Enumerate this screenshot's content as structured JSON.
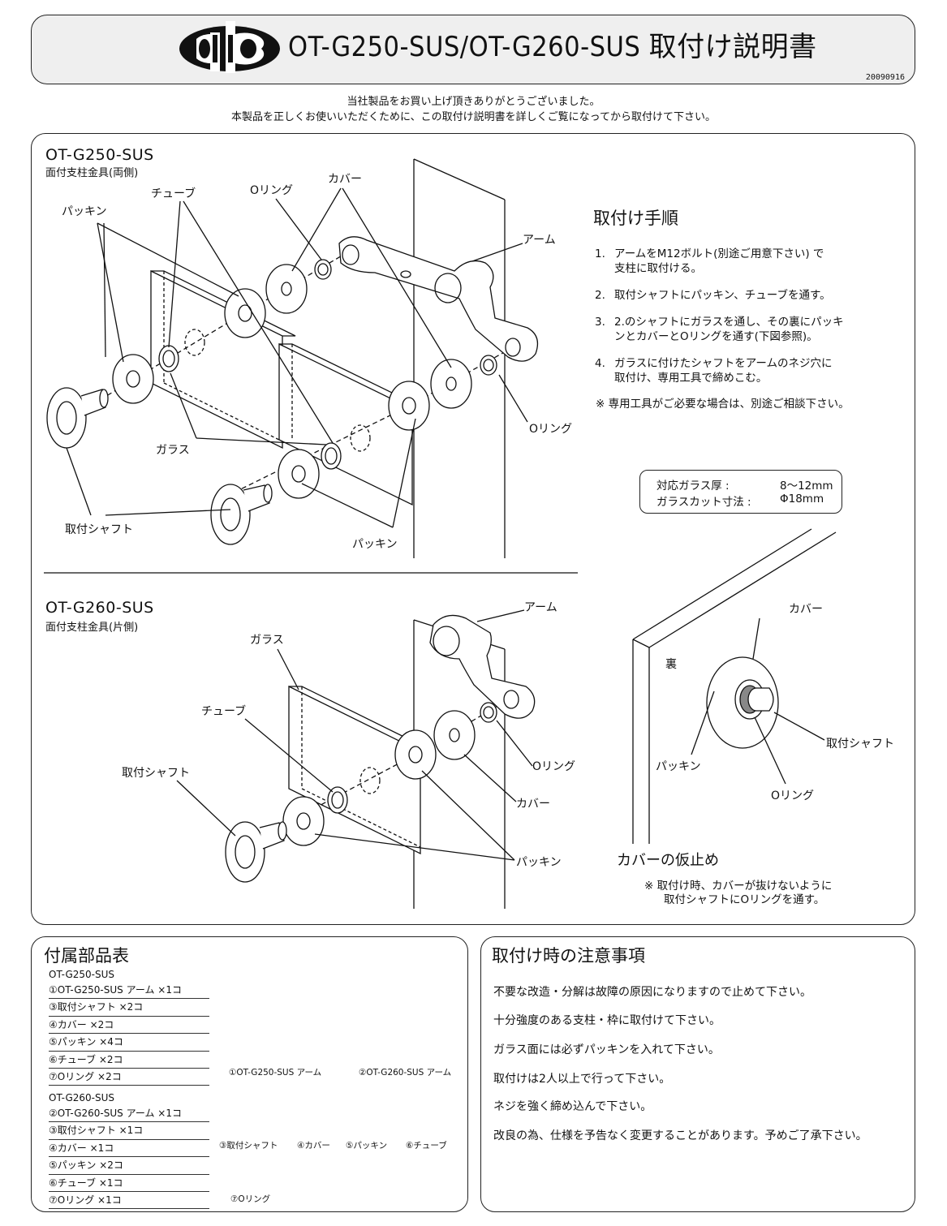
{
  "header": {
    "title": "OT-G250-SUS/OT-G260-SUS 取付け説明書",
    "date": "20090916"
  },
  "intro": [
    "当社製品をお買い上げ頂きありがとうございました。",
    "本製品を正しくお使いいただくために、この取付け説明書を詳しくご覧になってから取付けて下さい。"
  ],
  "g250": {
    "model": "OT-G250-SUS",
    "subtitle": "面付支柱金具(両側)",
    "labels": {
      "packing_top": "パッキン",
      "tube": "チューブ",
      "oring_top": "Oリング",
      "cover": "カバー",
      "arm": "アーム",
      "glass": "ガラス",
      "oring_right": "Oリング",
      "shaft": "取付シャフト",
      "packing_bottom": "パッキン"
    }
  },
  "procedure": {
    "title": "取付け手順",
    "steps": [
      {
        "num": "1.",
        "text": "アームをM12ボルト(別途ご用意下さい) で\n支柱に取付ける。"
      },
      {
        "num": "2.",
        "text": "取付シャフトにパッキン、チューブを通す。"
      },
      {
        "num": "3.",
        "text": "2.のシャフトにガラスを通し、その裏にパッキ\nンとカバーとOリングを通す(下図参照)。"
      },
      {
        "num": "4.",
        "text": "ガラスに付けたシャフトをアームのネジ穴に\n取付け、専用工具で締めこむ。"
      }
    ],
    "note": "※ 専用工具がご必要な場合は、別途ご相談下さい。"
  },
  "spec": {
    "thickness_label": "対応ガラス厚 :",
    "thickness_value": "8～12mm",
    "cut_label": "ガラスカット寸法 :",
    "cut_value": "Φ18mm"
  },
  "g260": {
    "model": "OT-G260-SUS",
    "subtitle": "面付支柱金具(片側)",
    "labels": {
      "arm": "アーム",
      "glass": "ガラス",
      "tube": "チューブ",
      "shaft": "取付シャフト",
      "oring": "Oリング",
      "cover": "カバー",
      "packing": "パッキン"
    }
  },
  "temp": {
    "back": "裏",
    "cover": "カバー",
    "shaft": "取付シャフト",
    "packing": "パッキン",
    "oring": "Oリング",
    "title": "カバーの仮止め",
    "note_line1": "※ 取付け時、カバーが抜けないように",
    "note_line2": "取付シャフトにOリングを通す。"
  },
  "parts": {
    "title": "付属部品表",
    "g250_header": "OT-G250-SUS",
    "g250_items": [
      "①OT-G250-SUS アーム ×1コ",
      "③取付シャフト ×2コ",
      "④カバー ×2コ",
      "⑤パッキン ×4コ",
      "⑥チューブ ×2コ",
      "⑦Oリング ×2コ"
    ],
    "g260_header": "OT-G260-SUS",
    "g260_items": [
      "②OT-G260-SUS アーム ×1コ",
      "③取付シャフト ×1コ",
      "④カバー ×1コ",
      "⑤パッキン ×2コ",
      "⑥チューブ ×1コ",
      "⑦Oリング ×1コ"
    ],
    "captions": {
      "arm1": "①OT-G250-SUS アーム",
      "arm2": "②OT-G260-SUS アーム",
      "shaft": "③取付シャフト",
      "cover": "④カバー",
      "packing": "⑤パッキン",
      "tube": "⑥チューブ",
      "oring": "⑦Oリング"
    }
  },
  "caution": {
    "title": "取付け時の注意事項",
    "items": [
      "不要な改造・分解は故障の原因になりますので止めて下さい。",
      "十分強度のある支柱・枠に取付けて下さい。",
      "ガラス面には必ずパッキンを入れて下さい。",
      "取付けは2人以上で行って下さい。",
      "ネジを強く締め込んで下さい。",
      "改良の為、仕様を予告なく変更することがあります。予めご了承下さい。"
    ]
  }
}
